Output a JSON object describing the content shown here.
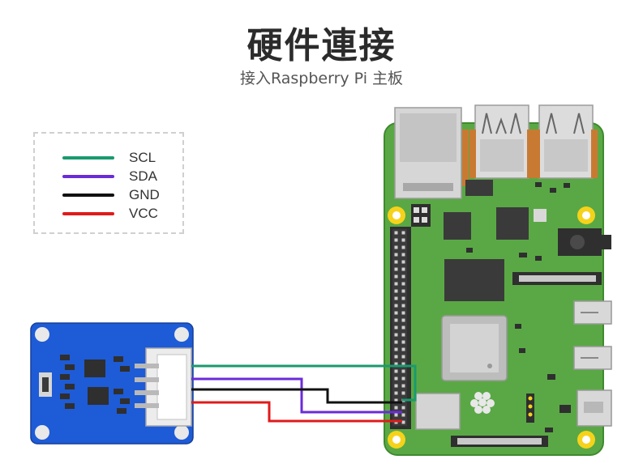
{
  "header": {
    "title": "硬件連接",
    "subtitle": "接入Raspberry Pi 主板"
  },
  "legend": [
    {
      "label": "SCL",
      "color": "#1a9a6e"
    },
    {
      "label": "SDA",
      "color": "#6b2bd9"
    },
    {
      "label": "GND",
      "color": "#111111"
    },
    {
      "label": "VCC",
      "color": "#e01b1b"
    }
  ],
  "colors": {
    "pcb_green": "#5aa845",
    "sensor_blue": "#1e5bd6",
    "mount_hole": "#f5d31a"
  },
  "icons": [
    "raspberry-pi-logo-icon"
  ]
}
